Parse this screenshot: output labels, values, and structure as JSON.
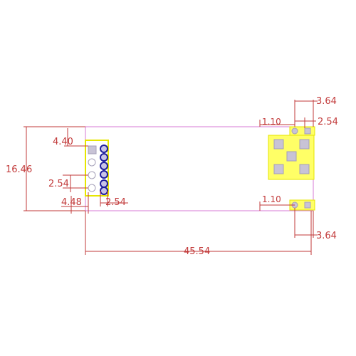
{
  "dimensions": {
    "top_right_pitch": "3.64",
    "top_pad_offset": "1.10",
    "top_pad_spacing": "2.54",
    "overall_height": "16.46",
    "left_header_offset": "4.40",
    "left_pin_pitch": "2.54",
    "left_bottom_offset": "4.48",
    "bottom_pin_pitch": "2.54",
    "bottom_pad_offset": "1.10",
    "bottom_right_pitch": "3.64",
    "overall_width": "45.54"
  },
  "colors": {
    "dimension": "#c23a3a",
    "board_outline": "#d77ad6",
    "silkscreen": "#e6e600",
    "pad": "#c8c3d6",
    "pin_ring": "#1d1d9a"
  }
}
